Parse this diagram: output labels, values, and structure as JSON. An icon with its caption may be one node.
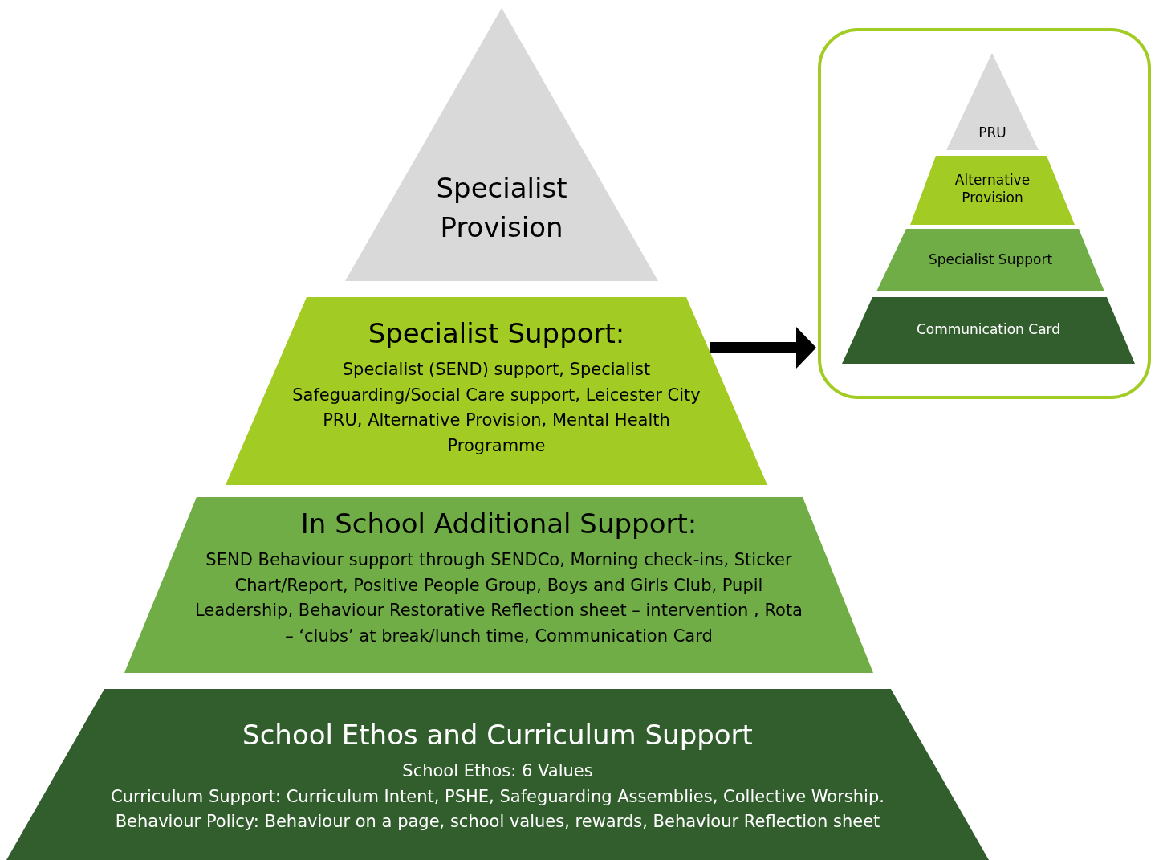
{
  "diagram": {
    "nodes": [
      {
        "text": [
          "Specialist Provision"
        ]
      },
      {
        "text": [
          "Specialist Support:",
          "Specialist (SEND) support, Specialist Safeguarding/Social Care support, Leicester City PRU, Alternative Provision, Mental Health Programme"
        ]
      },
      {
        "text": [
          "In School Additional Support:",
          "SEND Behaviour support through SENDCo, Morning check-ins, Sticker Chart/Report, Positive People Group, Boys and Girls Club, Pupil Leadership, Behaviour Restorative Reflection sheet – intervention , Rota – ‘clubs’ at break/lunch time, Communication Card"
        ]
      },
      {
        "text": [
          "School Ethos and Curriculum Support",
          "School Ethos: 6 Values",
          "Curriculum Support: Curriculum Intent, PSHE, Safeguarding Assemblies, Collective Worship.",
          "Behaviour Policy: Behaviour on a page, school values, rewards, Behaviour Reflection sheet"
        ]
      },
      {
        "text": [],
        "shape": "box"
      },
      {
        "text": [
          "PRU"
        ],
        "in": 4
      },
      {
        "text": [
          "Alternative Provision"
        ],
        "in": 4
      },
      {
        "text": [
          "Specialist Support"
        ],
        "in": 4
      },
      {
        "text": [
          "Communication Card"
        ],
        "in": 4
      }
    ],
    "edges": [
      {
        "from": 1,
        "to": 4,
        "arrow": "to"
      }
    ]
  }
}
